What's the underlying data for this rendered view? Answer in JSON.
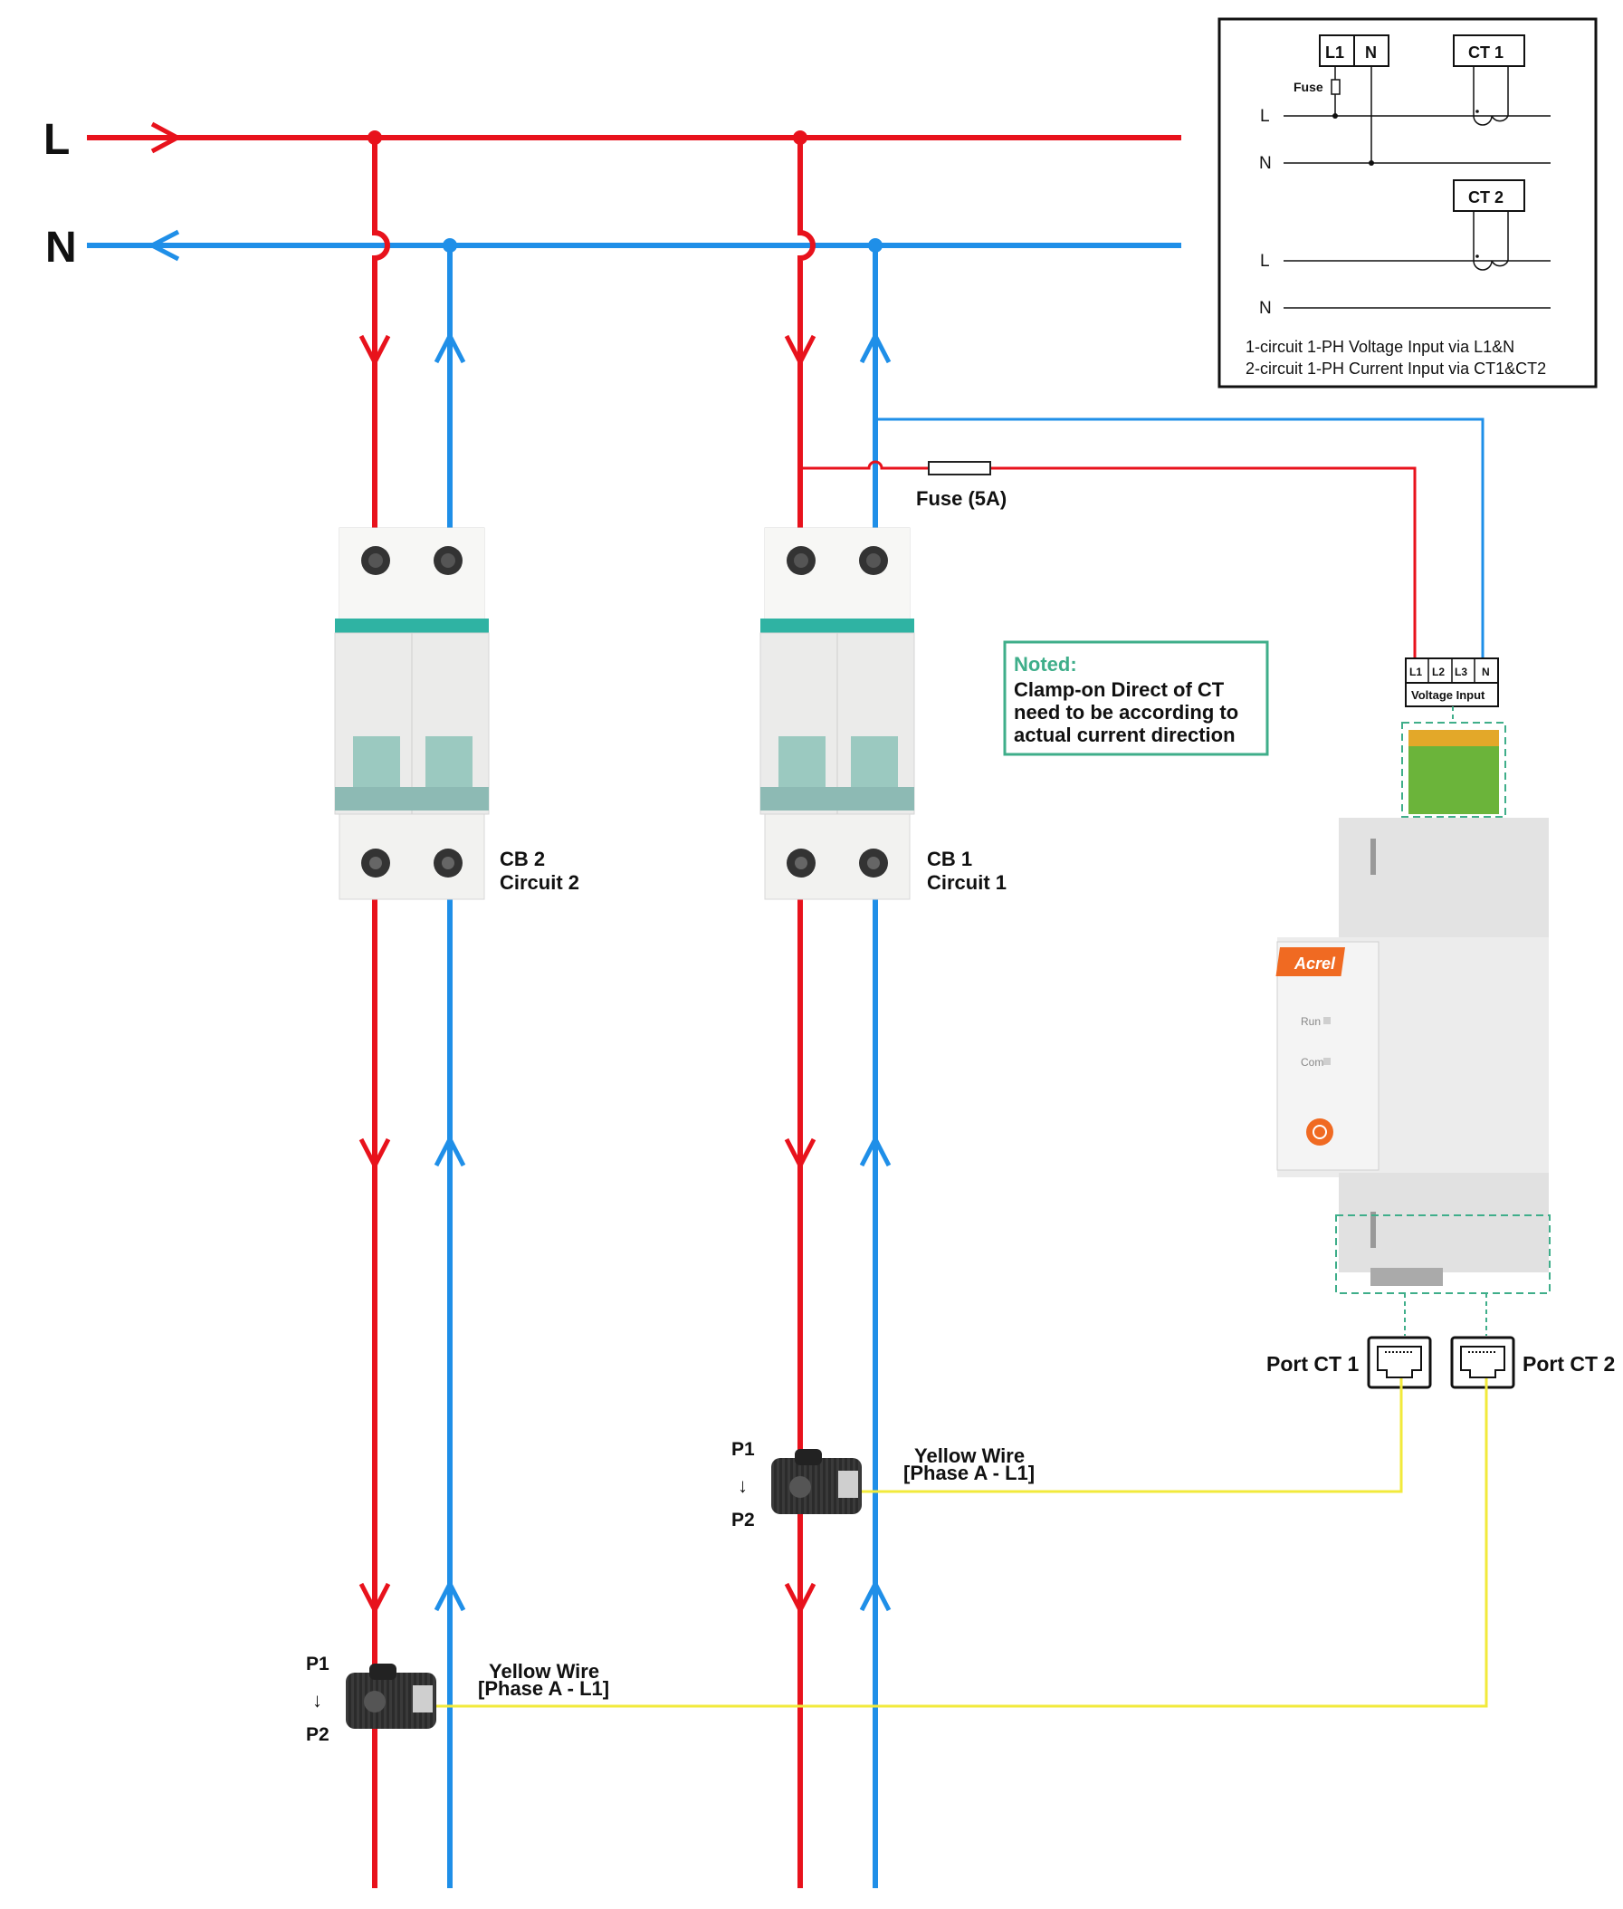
{
  "colors": {
    "live": "#e8121c",
    "neutral": "#1f8fe8",
    "yellow": "#f2ea3b",
    "note": "#3fae8a",
    "breaker_band": "#2fb3a3",
    "terminal_green": "#7cc242",
    "brand_orange": "#f06a22"
  },
  "bus": {
    "live_label": "L",
    "neutral_label": "N"
  },
  "schematic": {
    "l1": "L1",
    "n": "N",
    "ct1": "CT 1",
    "ct2": "CT 2",
    "fuse": "Fuse",
    "row_l1": "L",
    "row_n1": "N",
    "row_l2": "L",
    "row_n2": "N",
    "caption1": "1-circuit 1-PH Voltage Input via L1&N",
    "caption2": "2-circuit 1-PH Current Input via CT1&CT2"
  },
  "fuse_label": "Fuse (5A)",
  "note": {
    "title": "Noted:",
    "line1": "Clamp-on Direct of CT",
    "line2": "need to be according to",
    "line3": "actual current direction"
  },
  "breakers": {
    "cb2_name": "CB 2",
    "cb2_circuit": "Circuit 2",
    "cb1_name": "CB 1",
    "cb1_circuit": "Circuit 1"
  },
  "voltage_input": {
    "terminals": [
      "L1",
      "L2",
      "L3",
      "N"
    ],
    "label": "Voltage Input"
  },
  "meter": {
    "brand": "Acrel",
    "run": "Run",
    "com": "Com"
  },
  "ports": {
    "ct1": "Port CT 1",
    "ct2": "Port CT 2"
  },
  "ct_clamps": {
    "p1": "P1",
    "arrow": "↓",
    "p2": "P2",
    "wire_line1": "Yellow Wire",
    "wire_line2": "[Phase A - L1]"
  }
}
